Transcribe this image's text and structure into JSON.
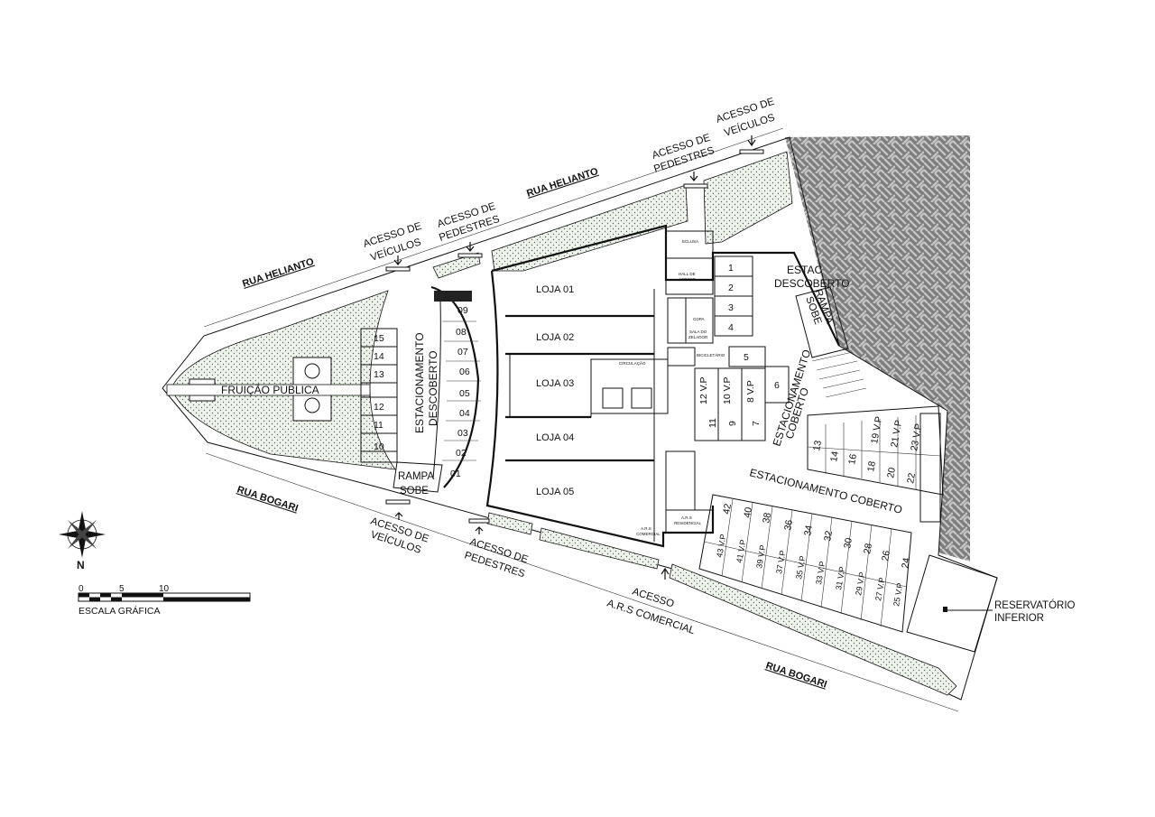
{
  "streets": {
    "rua_helianto": "RUA HELIANTO",
    "rua_bogari": "RUA BOGARI"
  },
  "access": {
    "veiculos_top_left": [
      "ACESSO DE",
      "VEÍCULOS"
    ],
    "pedestres_top_left": [
      "ACESSO DE",
      "PEDESTRES"
    ],
    "pedestres_top_right": [
      "ACESSO DE",
      "PEDESTRES"
    ],
    "veiculos_top_right": [
      "ACESSO DE",
      "VEÍCULOS"
    ],
    "veiculos_bottom": [
      "ACESSO DE",
      "VEÍCULOS"
    ],
    "pedestres_bottom": [
      "ACESSO DE",
      "PEDESTRES"
    ],
    "ars_comercial": [
      "ACESSO",
      "A.R.S COMERCIAL"
    ]
  },
  "zones": {
    "fruicao": "FRUIÇÃO PÚBLICA",
    "est_descoberto_left": [
      "ESTACIONAMENTO",
      "DESCOBERTO"
    ],
    "est_descoberto_top": [
      "ESTAC",
      "DESCOBERTO"
    ],
    "est_coberto_right": [
      "ESTACIONAMENTO",
      "COBERTO"
    ],
    "est_coberto_bottom": "ESTACIONAMENTO COBERTO",
    "rampa_left": [
      "RAMPA",
      "SOBE"
    ],
    "rampa_top": [
      "RAMPA",
      "SOBE"
    ],
    "reservatorio": [
      "RESERVATÓRIO",
      "INFERIOR"
    ]
  },
  "shops": [
    "LOJA 01",
    "LOJA 02",
    "LOJA 03",
    "LOJA 04",
    "LOJA 05"
  ],
  "small_rooms": {
    "eclusa": "ECLUSA",
    "hall": [
      "HALL DE",
      "ACESSO"
    ],
    "copa": "COPA",
    "sala": [
      "SALA DO",
      "ZELADOR"
    ],
    "circulacao": "CIRCULAÇÃO",
    "ars_comercial": [
      "A.R.S",
      "COMERCIAL"
    ],
    "ars_residencial": [
      "A.R.S",
      "RESIDENCIAL"
    ],
    "bicicletario": "BICICLETÁRIO"
  },
  "parking": {
    "left_outer": [
      "15",
      "14",
      "13",
      "12",
      "11",
      "10"
    ],
    "left_inner": [
      "09",
      "08",
      "07",
      "06",
      "05",
      "04",
      "03",
      "02",
      "01"
    ],
    "top_stack": [
      "1",
      "2",
      "3",
      "4"
    ],
    "center_row": [
      "5",
      "6"
    ],
    "center_vp": [
      "12 V.P",
      "10 V.P",
      "8 V.P"
    ],
    "center_low": [
      "11",
      "9",
      "7"
    ],
    "right_lower": [
      "14",
      "16",
      "18",
      "20",
      "22"
    ],
    "right_upper_vp": [
      "19 V.P",
      "21 V.P",
      "23 V.P"
    ],
    "right_13": "13",
    "bottom_top": [
      "42",
      "40",
      "38",
      "36",
      "34",
      "32",
      "30",
      "28",
      "26",
      "24"
    ],
    "bottom_vp": [
      "43 V.P",
      "41 V.P",
      "39 V.P",
      "37 V.P",
      "35 V.P",
      "33 V.P",
      "31 V.P",
      "29 V.P",
      "27 V.P",
      "25 V.P"
    ]
  },
  "scale": {
    "ticks": [
      "0",
      "5",
      "10"
    ],
    "title": "ESCALA GRÁFICA"
  },
  "north": "N"
}
